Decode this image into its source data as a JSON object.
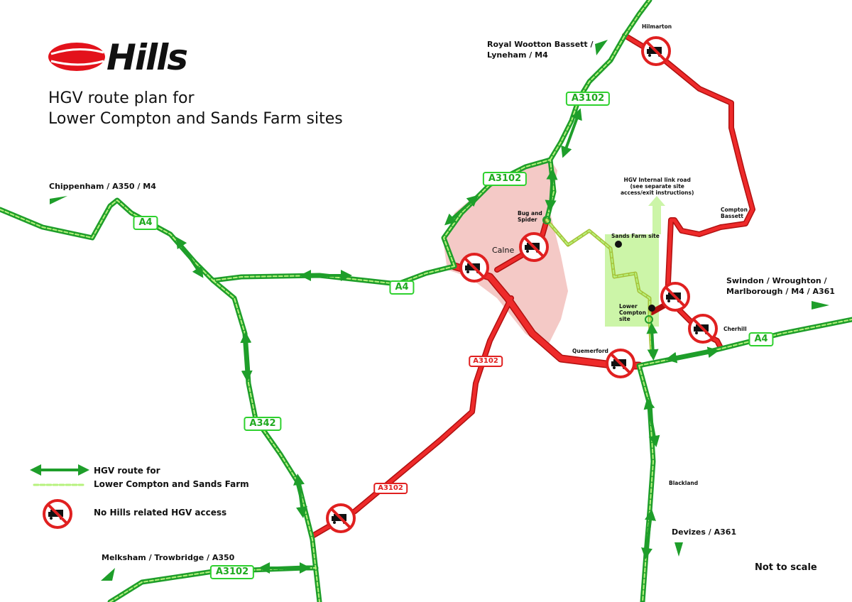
{
  "logo": {
    "text": "Hills",
    "colors": {
      "swoosh": "#e3121b",
      "wordmark": "#111111"
    }
  },
  "title": {
    "line1": "HGV route plan for",
    "line2": "Lower Compton and Sands Farm sites"
  },
  "colors": {
    "hgv_route": "#1e9e2a",
    "route_dash": "#b6f27c",
    "no_access": "#e02020",
    "town_area": "#f4c9c6",
    "site_area": "#ccf5a8"
  },
  "destinations": {
    "chippenham": "Chippenham / A350 / M4",
    "wootton_1": "Royal Wootton Bassett /",
    "wootton_2": "Lyneham / M4",
    "swindon_1": "Swindon / Wroughton /",
    "swindon_2": "Marlborough / M4 / A361",
    "melksham": "Melksham / Trowbridge / A350",
    "devizes": "Devizes / A361"
  },
  "places": {
    "hilmarton": "Hilmarton",
    "calne": "Calne",
    "bug_1": "Bug and",
    "bug_2": "Spider",
    "compton_1": "Compton",
    "compton_2": "Bassett",
    "sands_farm": "Sands Farm site",
    "lower_1": "Lower",
    "lower_2": "Compton",
    "lower_3": "site",
    "cherhill": "Cherhill",
    "quemerford": "Quemerford",
    "blackland": "Blackland"
  },
  "internal_link": {
    "line1": "HGV Internal link road",
    "line2": "(see separate site",
    "line3": "access/exit instructions)"
  },
  "road_labels": {
    "a3102_north": "A3102",
    "a3102_calne": "A3102",
    "a4_west": "A4",
    "a4_mid": "A4",
    "a3102_red_1": "A3102",
    "a3102_red_2": "A3102",
    "a342": "A342",
    "a3102_south": "A3102",
    "a4_east": "A4"
  },
  "legend": {
    "route_1": "HGV route for",
    "route_2": "Lower Compton and Sands Farm",
    "no_access": "No Hills related HGV access"
  },
  "note": "Not to scale"
}
